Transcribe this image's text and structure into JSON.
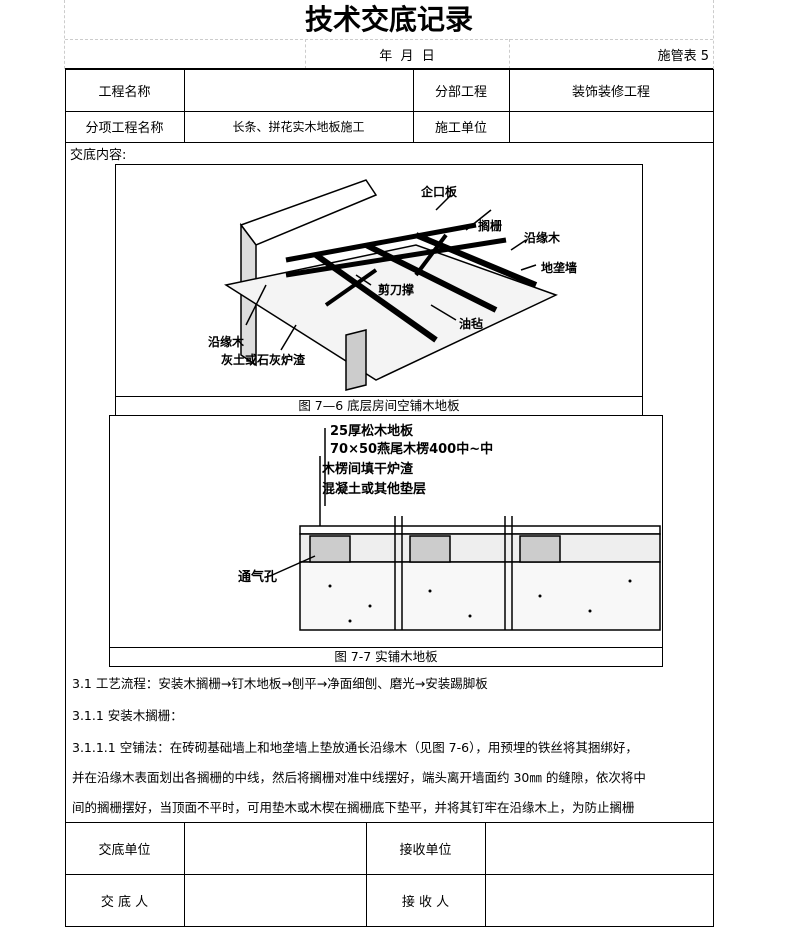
{
  "title": "技术交底记录",
  "date_label": "年  月  日",
  "form_no": "施管表 5",
  "header": {
    "project_name_label": "工程名称",
    "project_name_value": "",
    "division_label": "分部工程",
    "division_value": "装饰装修工程",
    "subitem_label": "分项工程名称",
    "subitem_value": "长条、拼花实木地板施工",
    "contractor_label": "施工单位",
    "contractor_value": ""
  },
  "content_label": "交底内容:",
  "figure1": {
    "caption": "图 7—6 底层房间空铺木地板",
    "labels": [
      "企口板",
      "搁栅",
      "沿缘木",
      "地垄墙",
      "剪刀撑",
      "油毡",
      "沿缘木",
      "灰土或石灰炉渣"
    ]
  },
  "figure2": {
    "caption": "图 7-7 实铺木地板",
    "labels": [
      "25厚松木地板",
      "70×50燕尾木楞400中~中",
      "木楞间填干炉渣",
      "混凝土或其他垫层",
      "通气孔"
    ]
  },
  "paragraphs": [
    "3.1 工艺流程：安装木搁栅→钉木地板→刨平→净面细刨、磨光→安装踢脚板",
    "3.1.1 安装木搁栅：",
    "3.1.1.1 空铺法：在砖砌基础墙上和地垄墙上垫放通长沿缘木（见图 7-6），用预埋的铁丝将其捆绑好，",
    "并在沿缘木表面划出各搁栅的中线，然后将搁栅对准中线摆好，端头离开墙面约 30㎜ 的缝隙，依次将中",
    "间的搁栅摆好，当顶面不平时，可用垫木或木楔在搁栅底下垫平，并将其钉牢在沿缘木上，为防止搁栅"
  ],
  "footer": {
    "handover_unit_label": "交底单位",
    "handover_unit_value": "",
    "receiver_unit_label": "接收单位",
    "receiver_unit_value": "",
    "handover_person_label": "交 底 人",
    "handover_person_value": "",
    "receiver_person_label": "接 收 人",
    "receiver_person_value": ""
  }
}
